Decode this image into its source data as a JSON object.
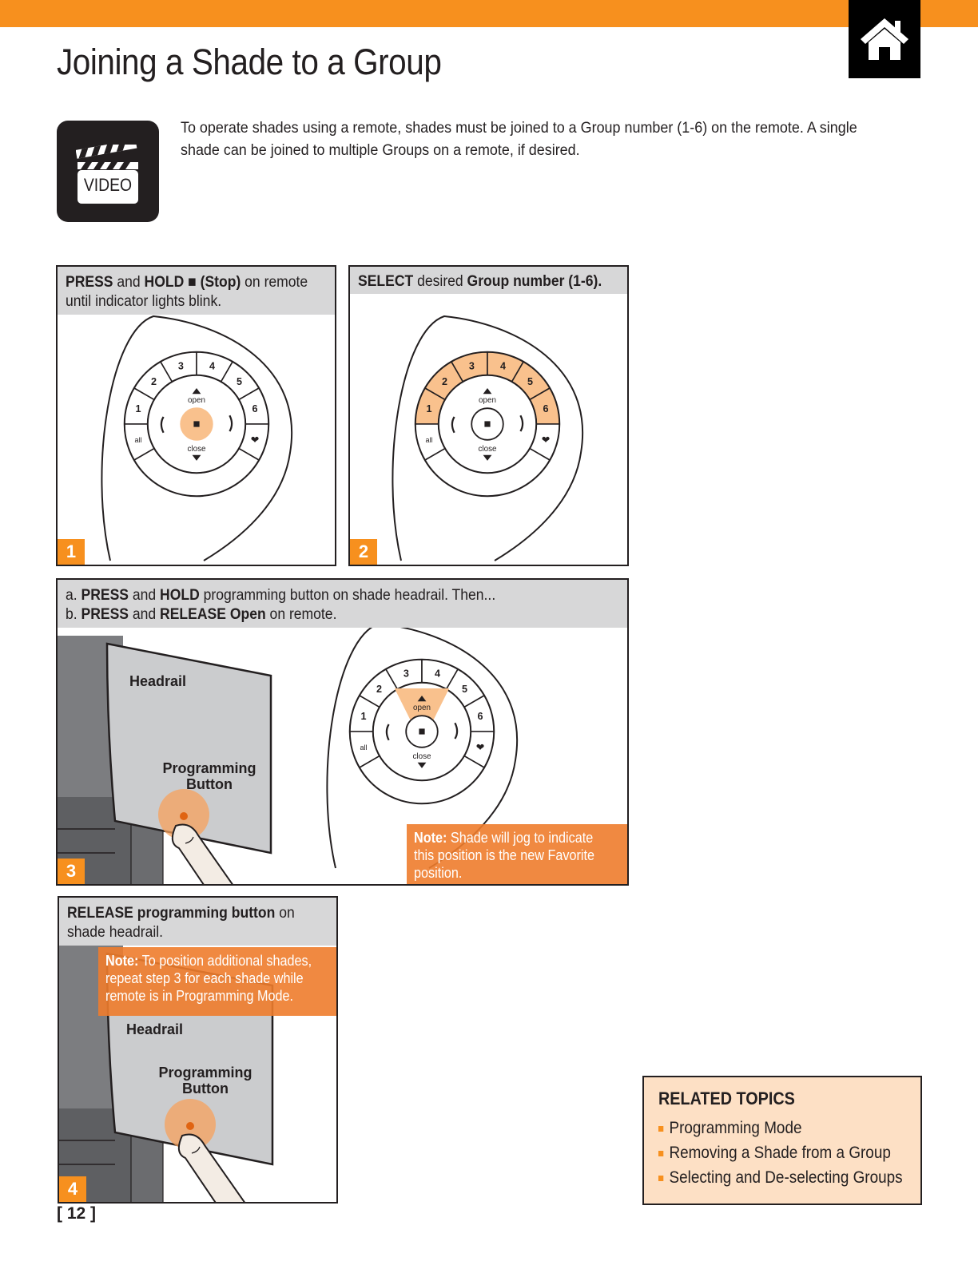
{
  "page": {
    "title": "Joining a Shade to a Group",
    "page_number": "[ 12 ]",
    "accent_color": "#f7901e"
  },
  "video": {
    "label": "VIDEO",
    "icon": "clapperboard-icon"
  },
  "home": {
    "icon": "home-icon"
  },
  "intro": "To operate shades using a remote, shades must be joined to a Group number (1-6) on the remote. A single shade can be joined to multiple Groups on a remote, if desired.",
  "remote": {
    "groups": [
      "1",
      "2",
      "3",
      "4",
      "5",
      "6"
    ],
    "all": "all",
    "open": "open",
    "close": "close",
    "favorite_icon": "heart-icon"
  },
  "steps": [
    {
      "number": "1",
      "parts": [
        {
          "b": "PRESS"
        },
        {
          "t": " and "
        },
        {
          "b": "HOLD ■ (Stop)"
        },
        {
          "t": " on remote"
        }
      ],
      "line2": "until indicator lights blink."
    },
    {
      "number": "2",
      "parts": [
        {
          "b": "SELECT"
        },
        {
          "t": " desired "
        },
        {
          "b": "Group number (1-6)."
        }
      ]
    },
    {
      "number": "3",
      "line_a": {
        "prefix": "a. ",
        "b1": "PRESS",
        "t1": " and ",
        "b2": "HOLD",
        "t2": " programming button on shade headrail.  Then..."
      },
      "line_b": {
        "prefix": "b. ",
        "b1": "PRESS",
        "t1": " and ",
        "b2": "RELEASE Open",
        "t2": " on remote."
      },
      "headrail_label": "Headrail",
      "button_label_1": "Programming",
      "button_label_2": "Button",
      "note_bold": "Note:",
      "note_lines": [
        " Shade will jog to indicate",
        "this position is the new Favorite",
        "position."
      ]
    },
    {
      "number": "4",
      "b": "RELEASE programming button",
      "t": " on",
      "line2": "shade headrail.",
      "headrail_label": "Headrail",
      "button_label_1": "Programming",
      "button_label_2": "Button",
      "note_bold": "Note:",
      "note_lines": [
        " To position additional shades,",
        "repeat step 3 for each shade while",
        "remote is in Programming Mode."
      ]
    }
  ],
  "related": {
    "title": "RELATED TOPICS",
    "items": [
      "Programming Mode",
      "Removing a Shade from a Group",
      "Selecting and De-selecting Groups"
    ]
  }
}
